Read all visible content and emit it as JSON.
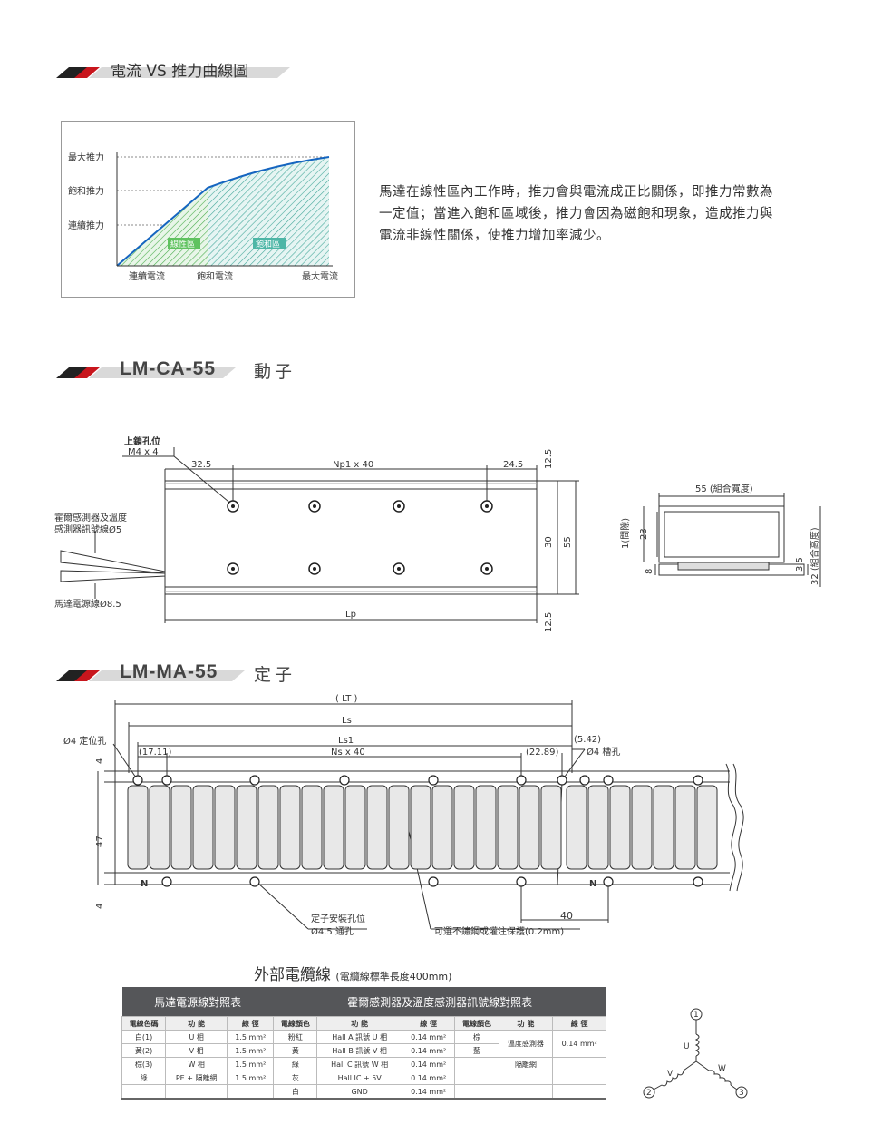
{
  "section1": {
    "title": "電流 VS 推力曲線圖"
  },
  "curve_chart": {
    "y_labels": [
      "最大推力",
      "飽和推力",
      "連續推力"
    ],
    "x_labels": [
      "連續電流",
      "飽和電流",
      "最大電流"
    ],
    "region_linear": "線性區",
    "region_saturation": "飽和區"
  },
  "description": [
    "馬達在線性區內工作時，推力會與電流成正比關係，即推力常數為",
    "一定值；當進入飽和區域後，推力會因為磁飽和現象，造成推力與",
    "電流非線性關係，使推力增加率減少。"
  ],
  "section2": {
    "model": "LM-CA-55",
    "subtitle": "動子"
  },
  "mover": {
    "lock_hole_label": "上鎖孔位",
    "lock_hole_spec": "M4 x 4",
    "dim_left": "32.5",
    "dim_pitch": "Np1 x 40",
    "dim_right": "24.5",
    "dim_top": "12.5",
    "dim_mid": "30",
    "dim_total": "55",
    "dim_bottom": "12.5",
    "dim_length": "Lp",
    "hall_cable_line1": "霍爾感測器及溫度",
    "hall_cable_line2": "感測器訊號線Ø5",
    "power_cable": "馬達電源線Ø8.5",
    "side_width": "55 (組合寬度)",
    "side_gap": "1(間隙)",
    "side_23": "23",
    "side_8": "8",
    "side_3_5": "3.5",
    "side_height": "32 (組合高度)"
  },
  "section3": {
    "model": "LM-MA-55",
    "subtitle": "定子"
  },
  "stator": {
    "dim_lt": "( LT )",
    "dim_ls": "Ls",
    "dim_ls1": "Ls1",
    "dim_ns": "Ns x 40",
    "dim_17": "(17.11)",
    "dim_22": "(22.89)",
    "dim_5_42": "(5.42)",
    "pin_hole": "Ø4 定位孔",
    "slot_hole": "Ø4 槽孔",
    "dim_4_top": "4",
    "dim_47": "47",
    "dim_4_bottom": "4",
    "mount_hole_line1": "定子安裝孔位",
    "mount_hole_line2": "Ø4.5 通孔",
    "coating_note": "可選不鏽鋼或灌注保護(0.2mm)",
    "dim_40": "40",
    "n_mark": "N"
  },
  "cable": {
    "title": "外部電纜線",
    "note": "(電纜線標準長度400mm)",
    "header_power": "馬達電源線對照表",
    "header_sensor": "霍爾感測器及溫度感測器訊號線對照表",
    "col_headers": [
      "電線色碼",
      "功 能",
      "線 徑",
      "電線顏色",
      "功 能",
      "線 徑",
      "電線顏色",
      "功 能",
      "線 徑"
    ],
    "power_rows": [
      [
        "白(1)",
        "U 相",
        "1.5 mm²"
      ],
      [
        "黃(2)",
        "V 相",
        "1.5 mm²"
      ],
      [
        "棕(3)",
        "W 相",
        "1.5 mm²"
      ],
      [
        "綠",
        "PE + 隔離網",
        "1.5 mm²"
      ],
      [
        "",
        "",
        ""
      ]
    ],
    "sensor_rows": [
      [
        "粉紅",
        "Hall A 訊號 U 相",
        "0.14 mm²"
      ],
      [
        "黃",
        "Hall B 訊號 V 相",
        "0.14 mm²"
      ],
      [
        "綠",
        "Hall C 訊號 W 相",
        "0.14 mm²"
      ],
      [
        "灰",
        "Hall IC + 5V",
        "0.14 mm²"
      ],
      [
        "白",
        "GND",
        "0.14 mm²"
      ]
    ],
    "temp_rows": [
      [
        "棕",
        "溫度感測器",
        "0.14 mm²"
      ],
      [
        "藍",
        "",
        ""
      ],
      [
        "",
        "隔離網",
        ""
      ]
    ]
  },
  "wiring": {
    "u": "U",
    "v": "V",
    "w": "W",
    "n1": "1",
    "n2": "2",
    "n3": "3"
  }
}
